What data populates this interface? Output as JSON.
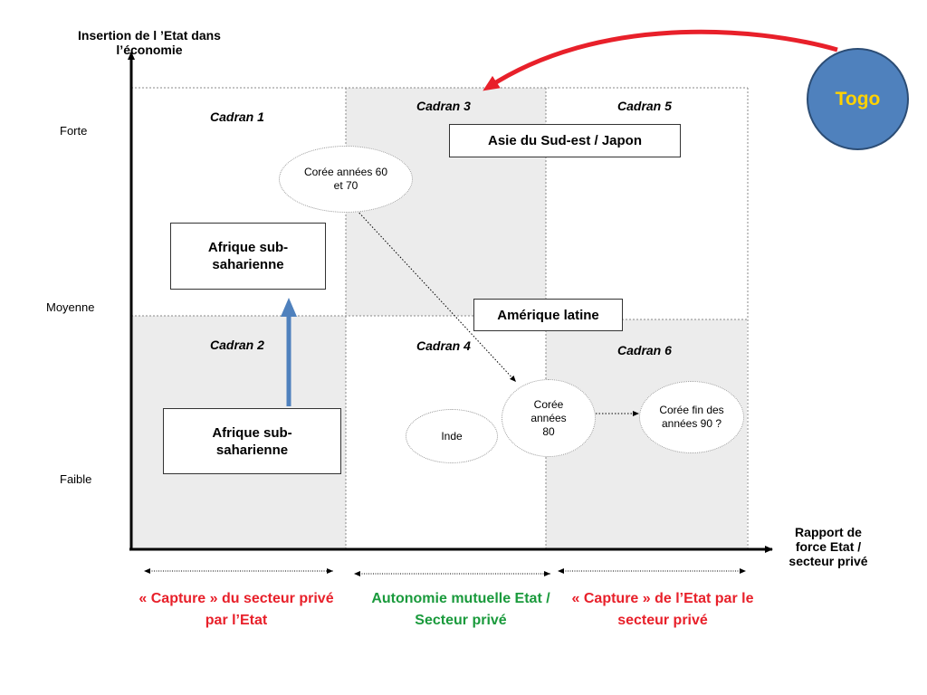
{
  "axes": {
    "y_title": "Insertion de l ’Etat dans l’économie",
    "x_title": "Rapport de force Etat / secteur privé",
    "y_levels": {
      "high": "Forte",
      "mid": "Moyenne",
      "low": "Faible"
    }
  },
  "quadrants": {
    "c1": "Cadran 1",
    "c2": "Cadran 2",
    "c3": "Cadran 3",
    "c4": "Cadran 4",
    "c5": "Cadran 5",
    "c6": "Cadran 6"
  },
  "boxes": {
    "afrique_top": "Afrique sub-saharienne",
    "afrique_bottom": "Afrique sub-saharienne",
    "asie": "Asie du Sud-est / Japon",
    "amerique": "Amérique latine"
  },
  "bubbles": {
    "coree_60_70": "Corée années 60 et 70",
    "coree_80": "Corée années 80",
    "coree_90": "Corée fin des années 90 ?",
    "inde": "Inde"
  },
  "togo": "Togo",
  "bottom_labels": {
    "left": "« Capture » du secteur privé par l’Etat",
    "middle": "Autonomie mutuelle Etat / Secteur privé",
    "right": "« Capture » de l’Etat par le secteur privé"
  },
  "colors": {
    "capture_labels": "#e8202a",
    "autonomie_label": "#1a9a3c",
    "togo_fill": "#4f81bd",
    "togo_text": "#ffd200",
    "red_arrow": "#e8202a",
    "blue_arrow": "#4f81bd",
    "shaded_cell": "#ececec"
  }
}
